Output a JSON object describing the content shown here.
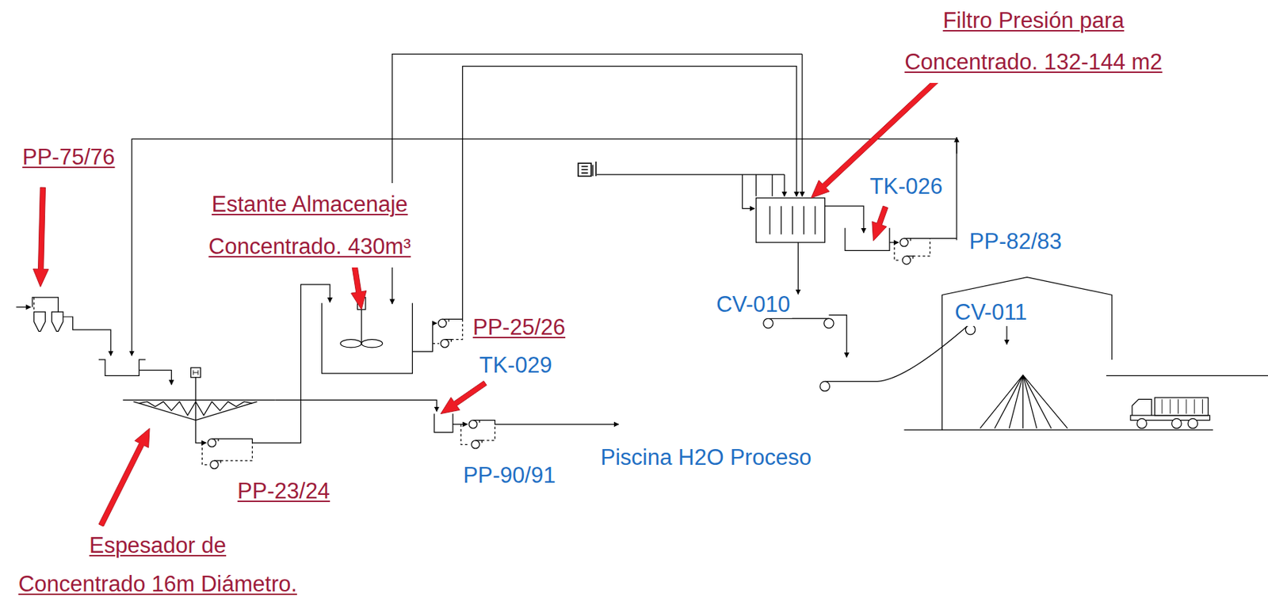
{
  "diagram": {
    "labels": [
      "Filtro Presión para Concentrado. 132-144 m2",
      "PP-75/76",
      "TK-026",
      "Estante Almacenaje Concentrado. 430m³",
      "PP-82/83",
      "CV-010",
      "CV-011",
      "PP-25/26",
      "TK-029",
      "Piscina H2O Proceso",
      "PP-90/91",
      "PP-23/24",
      "Espesador de Concentrado 16m Diámetro."
    ]
  }
}
